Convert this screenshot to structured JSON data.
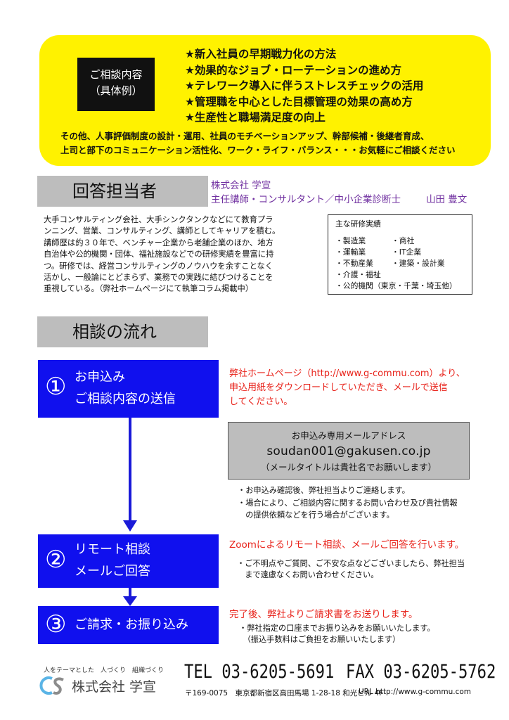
{
  "consultation": {
    "label_line1": "ご相談内容",
    "label_line2": "（具体例）",
    "items": [
      "★新入社員の早期戦力化の方法",
      "★効果的なジョブ・ローテーションの進め方",
      "★テレワーク導入に伴うストレスチェックの活用",
      "★管理職を中心とした目標管理の効果の高め方",
      "★生産性と職場満足度の向上"
    ],
    "note_line1": "その他、人事評価制度の設計・運用、社員のモチベーションアップ、幹部候補・後継者育成、",
    "note_line2": "上司と部下のコミュニケーション活性化、ワーク・ライフ・バランス・・・お気軽にご相談ください"
  },
  "respondent": {
    "heading": "回答担当者",
    "company": "株式会社 学宣",
    "title": "主任講師・コンサルタント／中小企業診断士",
    "name": "山田 豊文",
    "bio": [
      "大手コンサルティング会社、大手シンクタンクなどにて教育プラ",
      "ンニング、営業、コンサルティング、講師としてキャリアを積む。",
      "講師歴は約３０年で、ベンチャー企業から老舗企業のほか、地方",
      "自治体や公的機関・団体、福祉施設などでの研修実績を豊富に持",
      "つ。研修では、経営コンサルティングのノウハウを余すことなく",
      "活かし、一般論にとどまらず、業務での実践に結びつけることを",
      "重視している。（弊社ホームページにて執筆コラム掲載中）"
    ],
    "record_title": "主な研修実績",
    "record_col1": [
      "・製造業",
      "・運輸業",
      "・不動産業",
      "・介護・福祉",
      "・公的機関（東京・千葉・埼玉他）"
    ],
    "record_col2": [
      "・商社",
      "・IT企業",
      "・建築・設計業"
    ]
  },
  "flow": {
    "heading": "相談の流れ",
    "step1": {
      "num": "①",
      "line1": "お申込み",
      "line2": "ご相談内容の送信",
      "note": [
        "弊社ホームページ（http://www.g-commu.com）より、",
        "申込用紙をダウンロードしていただき、メールで送信",
        "してください。"
      ],
      "mail_label": "お申込み専用メールアドレス",
      "mail_address": "soudan001@gakusen.co.jp",
      "mail_sub": "（メールタイトルは貴社名でお願いします）",
      "bullets": [
        "・お申込み確認後、弊社担当よりご連絡します。",
        "・場合により、ご相談内容に関するお問い合わせ及び貴社情報",
        "　の提供依頼などを行う場合がございます。"
      ]
    },
    "step2": {
      "num": "②",
      "line1": "リモート相談",
      "line2": "メールご回答",
      "note": "Zoomによるリモート相談、メールご回答を行います。",
      "bullets": [
        "・ご不明点やご質問、ご不安な点などございましたら、弊社担当",
        "　まで遠慮なくお問い合わせください。"
      ]
    },
    "step3": {
      "num": "③",
      "line1": "ご請求・お振り込み",
      "note": "完了後、弊社よりご請求書をお送りします。",
      "bullets": [
        "・弊社指定の口座までお振り込みをお願いいたします。",
        "　（振込手数料はご負担をお願いいたします）"
      ]
    }
  },
  "footer": {
    "tagline": "人をテーマとした　人づくり　組織づくり",
    "logo_name": "株式会社 学宣",
    "tel": "TEL 03-6205-5691",
    "fax": "FAX 03-6205-5762",
    "address": "〒169-0075　東京都新宿区高田馬場 1-28-18 和光ビル 4F",
    "url": "URL http://www.g-commu.com"
  },
  "colors": {
    "yellow": "#fff200",
    "step_blue": "#1010ee",
    "accent_red": "#e8221a",
    "accent_purple": "#7030a0",
    "gray_bar": "#bdbdbd"
  }
}
